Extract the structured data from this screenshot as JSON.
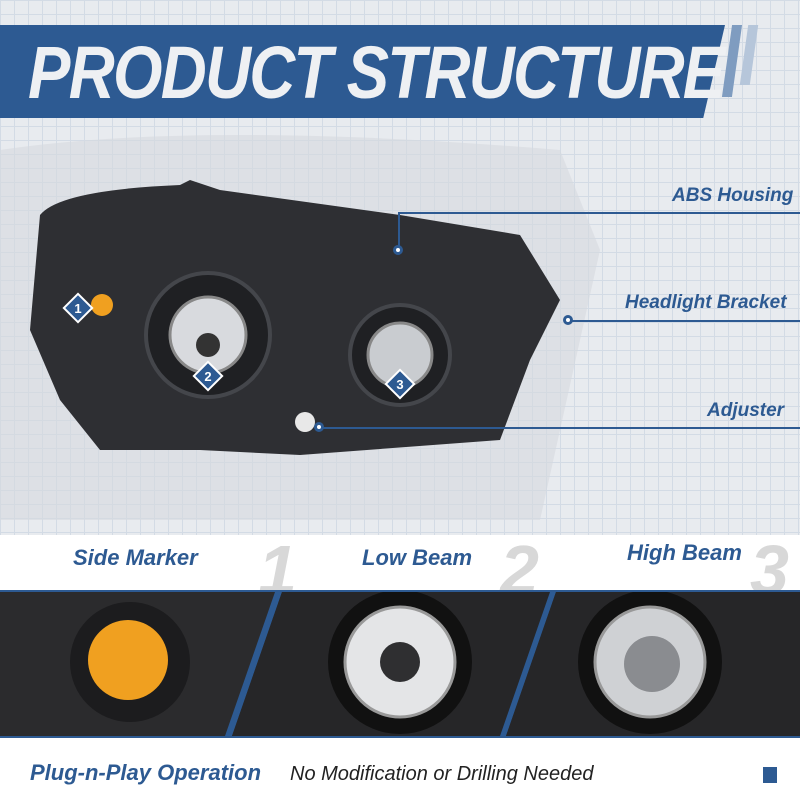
{
  "header": {
    "title": "PRODUCT STRUCTURE"
  },
  "callouts": [
    {
      "label": "ABS Housing"
    },
    {
      "label": "Headlight Bracket"
    },
    {
      "label": "Adjuster"
    }
  ],
  "markers": [
    "1",
    "2",
    "3"
  ],
  "sections": [
    {
      "label": "Side Marker",
      "number": "1"
    },
    {
      "label": "Low Beam",
      "number": "2"
    },
    {
      "label": "High Beam",
      "number": "3"
    }
  ],
  "footer": {
    "headline": "Plug-n-Play Operation",
    "subtext": "No Modification or Drilling Needed"
  },
  "colors": {
    "brand": "#2d5a92",
    "amber": "#f0a020"
  }
}
